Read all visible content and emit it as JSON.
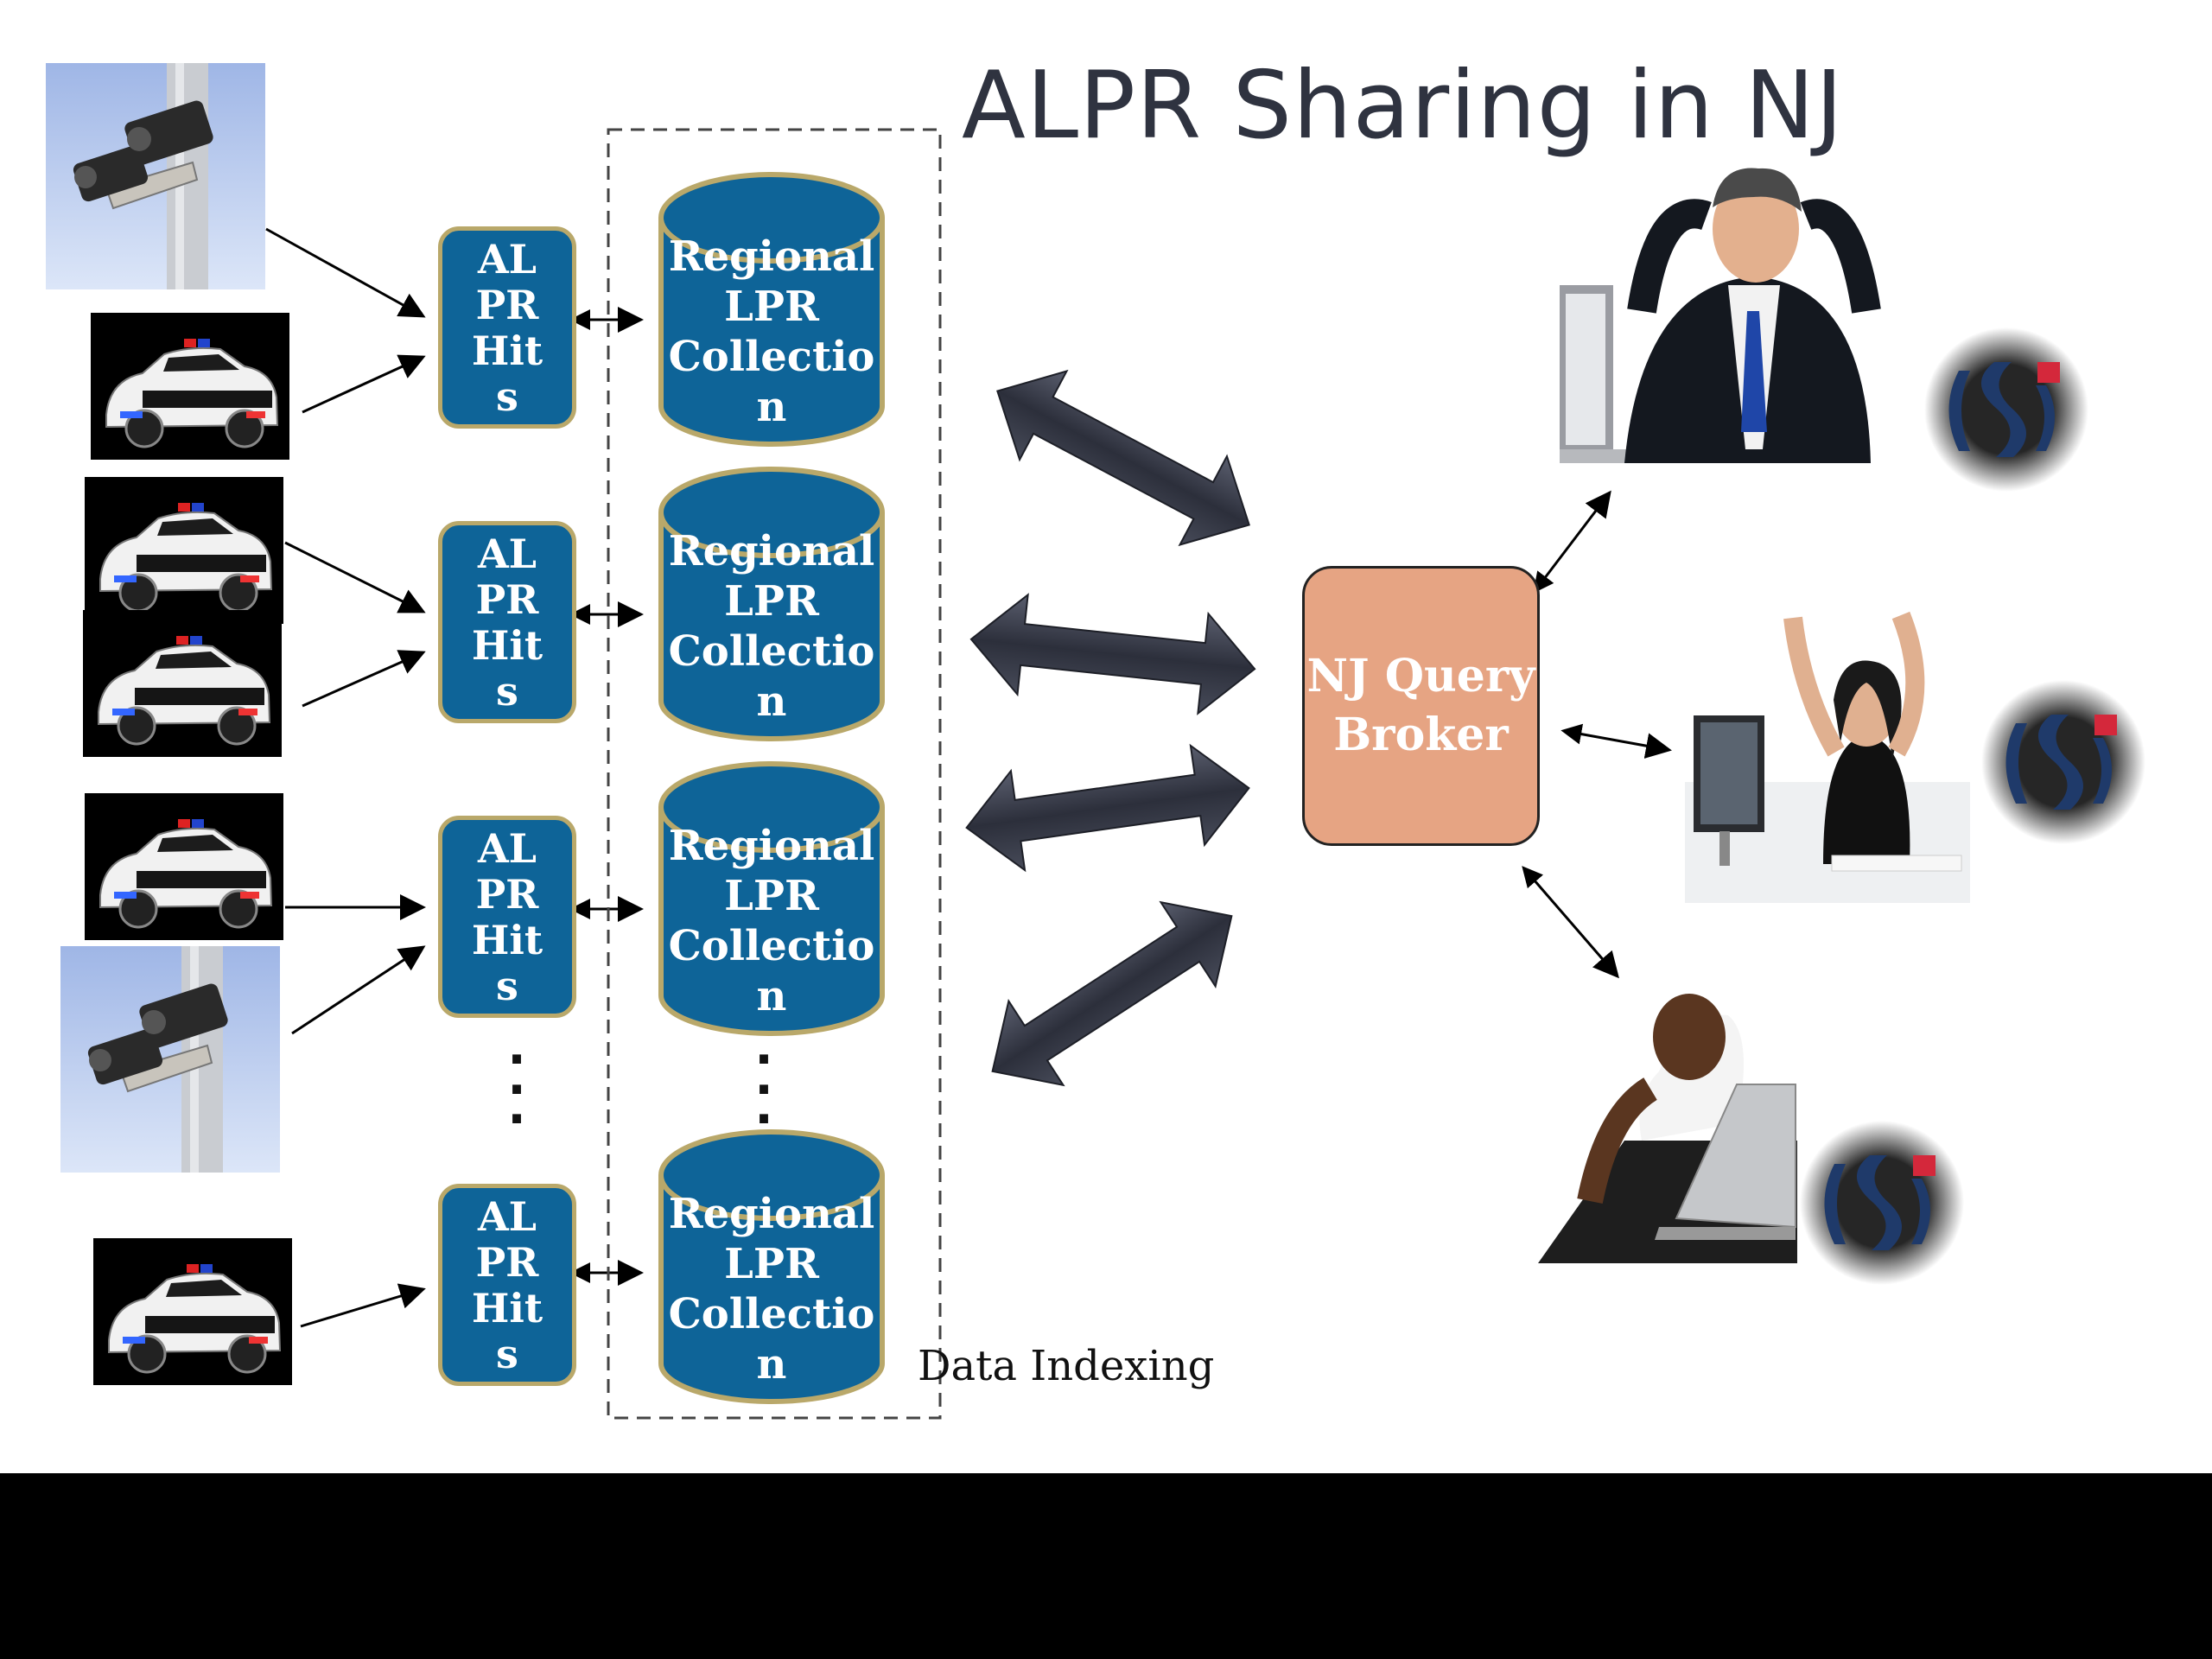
{
  "title": "ALPR Sharing in NJ",
  "hits": [
    {
      "line1": "AL",
      "line2": "PR",
      "line3": "Hit",
      "line4": "s"
    },
    {
      "line1": "AL",
      "line2": "PR",
      "line3": "Hit",
      "line4": "s"
    },
    {
      "line1": "AL",
      "line2": "PR",
      "line3": "Hit",
      "line4": "s"
    },
    {
      "line1": "AL",
      "line2": "PR",
      "line3": "Hit",
      "line4": "s"
    }
  ],
  "collections": [
    {
      "line1": "Regional",
      "line2": "LPR",
      "line3": "Collectio",
      "line4": "n"
    },
    {
      "line1": "Regional",
      "line2": "LPR",
      "line3": "Collectio",
      "line4": "n"
    },
    {
      "line1": "Regional",
      "line2": "LPR",
      "line3": "Collectio",
      "line4": "n"
    },
    {
      "line1": "Regional",
      "line2": "LPR",
      "line3": "Collectio",
      "line4": "n"
    }
  ],
  "ellipsis": "·\n·\n·",
  "broker": {
    "line1": "NJ Query",
    "line2": "Broker"
  },
  "data_indexing_label": "Data Indexing",
  "colors": {
    "node_fill": "#0e6498",
    "node_border": "#b9a86a",
    "broker_fill": "#e6a483",
    "title_text": "#2f3340",
    "logo_red": "#d4283b",
    "logo_blue": "#1f3a6a"
  },
  "icons": [
    "camera-icon",
    "police-car-icon",
    "logo-icon",
    "user-icon"
  ]
}
